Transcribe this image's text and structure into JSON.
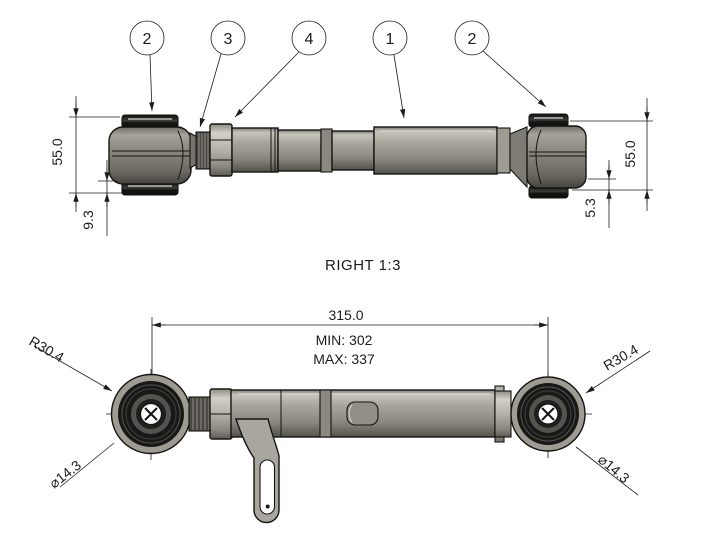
{
  "drawing": {
    "view_label": "RIGHT 1:3",
    "balloons": {
      "left_bushing": "2",
      "jam_collar": "3",
      "hex_nut": "4",
      "main_tube": "1",
      "right_bushing": "2"
    },
    "side_view": {
      "height_left": "55.0",
      "inset_left": "9.3",
      "height_right": "55.0",
      "inset_right": "5.3"
    },
    "plan_view": {
      "length": "315.0",
      "length_min": "MIN: 302",
      "length_max": "MAX: 337",
      "radius_left": "R30.4",
      "radius_right": "R30.4",
      "bore_left": "⌀14.3",
      "bore_right": "⌀14.3"
    },
    "colors": {
      "line": "#1c1c1a",
      "metal_highlight": "#c6c4bb",
      "metal_mid": "#96948c",
      "metal_dark": "#55534e",
      "bushing_cap": "#1b1b19",
      "background": "#ffffff"
    }
  }
}
